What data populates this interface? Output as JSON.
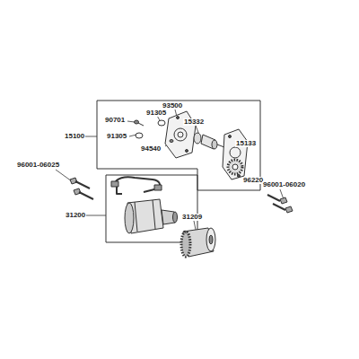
{
  "diagram": {
    "labels": [
      "15100",
      "91305",
      "90701",
      "91305",
      "93500",
      "94540",
      "15332",
      "15133",
      "96220",
      "96001-06025",
      "96001-06020",
      "31200",
      "31209"
    ]
  }
}
